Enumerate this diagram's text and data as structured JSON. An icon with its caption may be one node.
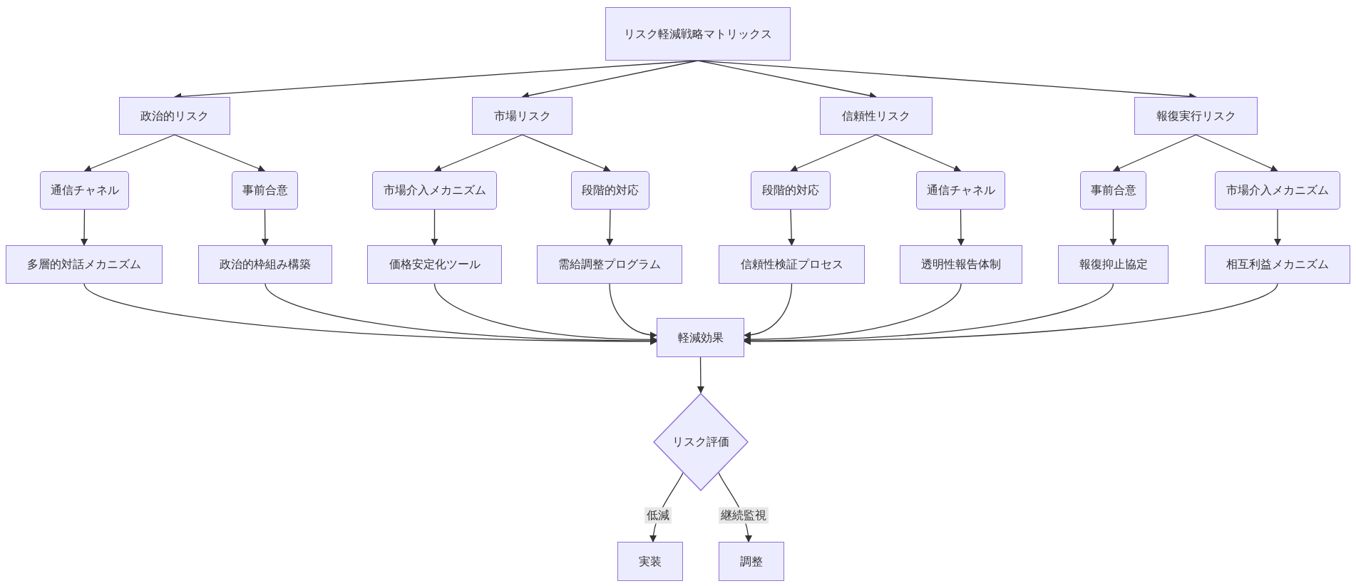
{
  "diagram": {
    "nodes": [
      {
        "text": [
          "リスク軽減戦略マトリックス"
        ]
      },
      {
        "text": [
          "政治的リスク"
        ]
      },
      {
        "text": [
          "市場リスク"
        ]
      },
      {
        "text": [
          "信頼性リスク"
        ]
      },
      {
        "text": [
          "報復実行リスク"
        ]
      },
      {
        "text": [
          "通信チャネル"
        ]
      },
      {
        "text": [
          "事前合意"
        ]
      },
      {
        "text": [
          "市場介入メカニズム"
        ]
      },
      {
        "text": [
          "段階的対応"
        ]
      },
      {
        "text": [
          "段階的対応"
        ]
      },
      {
        "text": [
          "通信チャネル"
        ]
      },
      {
        "text": [
          "事前合意"
        ]
      },
      {
        "text": [
          "市場介入メカニズム"
        ]
      },
      {
        "text": [
          "多層的対話メカニズム"
        ]
      },
      {
        "text": [
          "政治的枠組み構築"
        ]
      },
      {
        "text": [
          "価格安定化ツール"
        ]
      },
      {
        "text": [
          "需給調整プログラム"
        ]
      },
      {
        "text": [
          "信頼性検証プロセス"
        ]
      },
      {
        "text": [
          "透明性報告体制"
        ]
      },
      {
        "text": [
          "報復抑止協定"
        ]
      },
      {
        "text": [
          "相互利益メカニズム"
        ]
      },
      {
        "text": [
          "軽減効果"
        ]
      },
      {
        "text": [
          "リスク評価"
        ]
      },
      {
        "text": [
          "実装"
        ]
      },
      {
        "text": [
          "調整"
        ]
      }
    ],
    "edges": [
      {
        "from": 0,
        "to": 1,
        "arrow": "to"
      },
      {
        "from": 0,
        "to": 2,
        "arrow": "to"
      },
      {
        "from": 0,
        "to": 3,
        "arrow": "to"
      },
      {
        "from": 0,
        "to": 4,
        "arrow": "to"
      },
      {
        "from": 1,
        "to": 5,
        "arrow": "to"
      },
      {
        "from": 1,
        "to": 6,
        "arrow": "to"
      },
      {
        "from": 2,
        "to": 7,
        "arrow": "to"
      },
      {
        "from": 2,
        "to": 8,
        "arrow": "to"
      },
      {
        "from": 3,
        "to": 9,
        "arrow": "to"
      },
      {
        "from": 3,
        "to": 10,
        "arrow": "to"
      },
      {
        "from": 4,
        "to": 11,
        "arrow": "to"
      },
      {
        "from": 4,
        "to": 12,
        "arrow": "to"
      },
      {
        "from": 5,
        "to": 13,
        "arrow": "to"
      },
      {
        "from": 6,
        "to": 14,
        "arrow": "to"
      },
      {
        "from": 7,
        "to": 15,
        "arrow": "to"
      },
      {
        "from": 8,
        "to": 16,
        "arrow": "to"
      },
      {
        "from": 9,
        "to": 17,
        "arrow": "to"
      },
      {
        "from": 10,
        "to": 18,
        "arrow": "to"
      },
      {
        "from": 11,
        "to": 19,
        "arrow": "to"
      },
      {
        "from": 12,
        "to": 20,
        "arrow": "to"
      },
      {
        "from": 13,
        "to": 21,
        "arrow": "to"
      },
      {
        "from": 14,
        "to": 21,
        "arrow": "to"
      },
      {
        "from": 15,
        "to": 21,
        "arrow": "to"
      },
      {
        "from": 16,
        "to": 21,
        "arrow": "to"
      },
      {
        "from": 17,
        "to": 21,
        "arrow": "to"
      },
      {
        "from": 18,
        "to": 21,
        "arrow": "to"
      },
      {
        "from": 19,
        "to": 21,
        "arrow": "to"
      },
      {
        "from": 20,
        "to": 21,
        "arrow": "to"
      },
      {
        "from": 21,
        "to": 22,
        "arrow": "to"
      },
      {
        "from": 22,
        "to": 23,
        "arrow": "to",
        "label": "低減"
      },
      {
        "from": 22,
        "to": 24,
        "arrow": "to",
        "label": "継続監視"
      }
    ]
  }
}
